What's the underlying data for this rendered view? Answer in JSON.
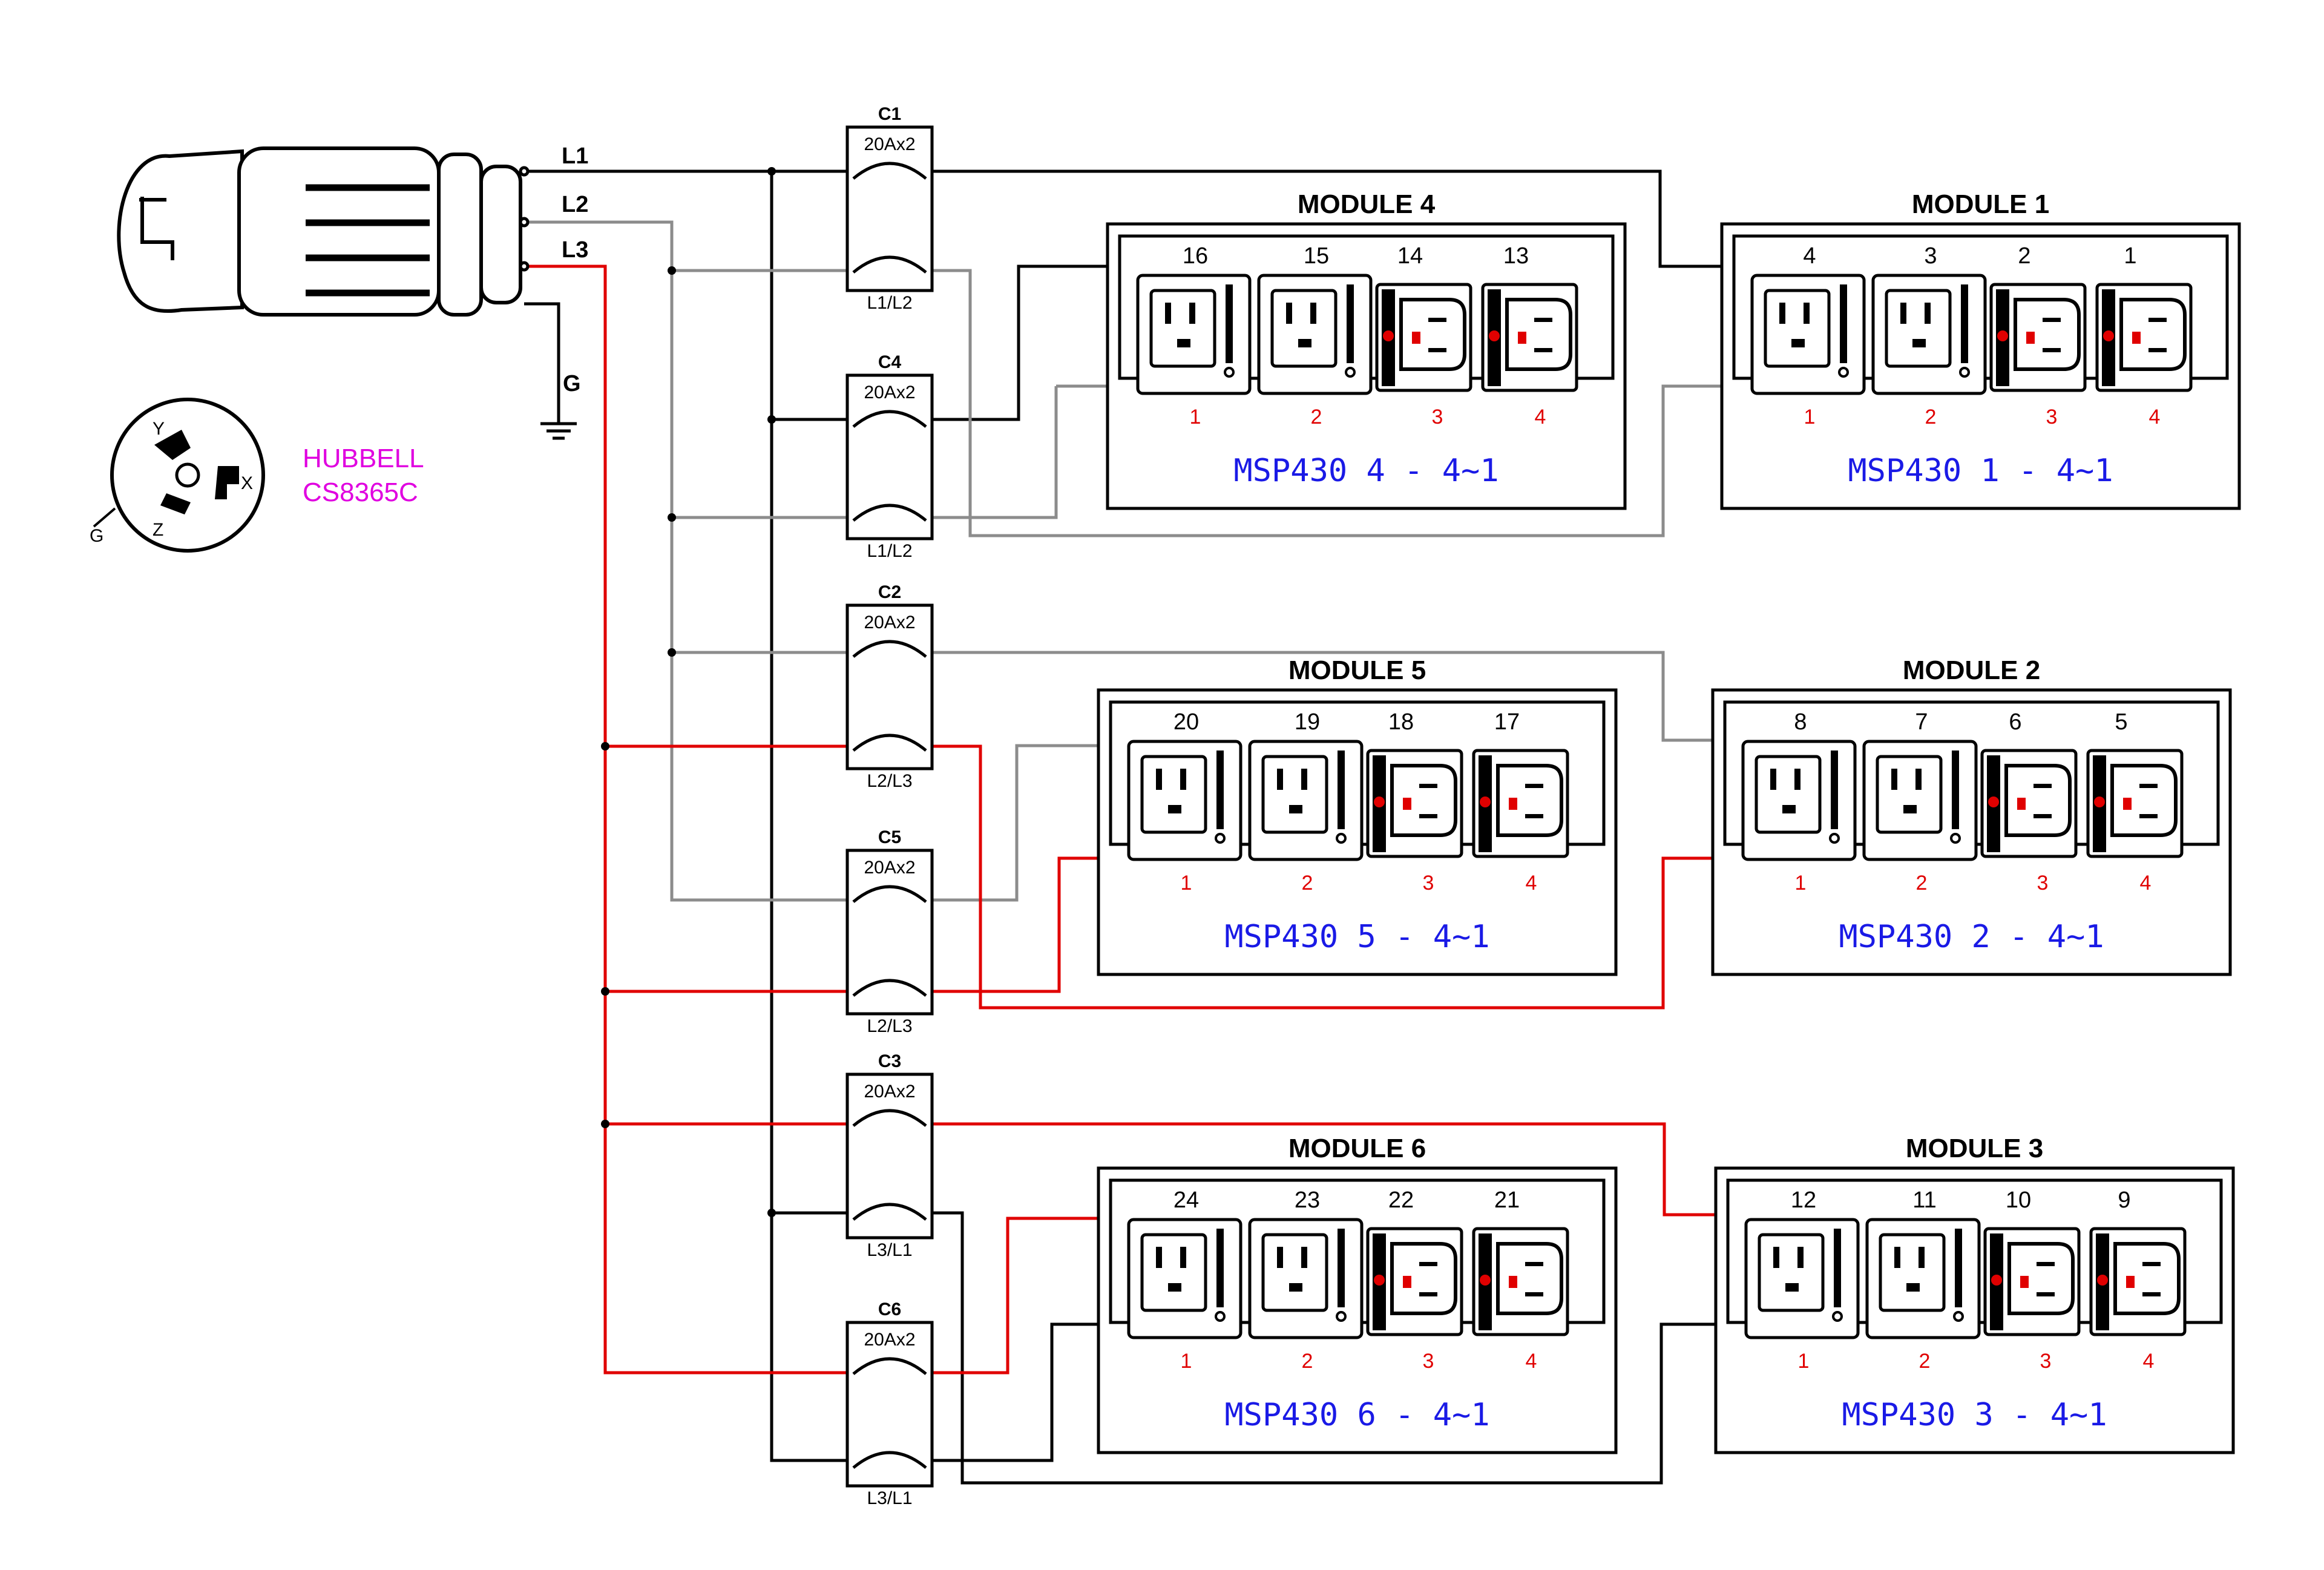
{
  "colors": {
    "L1": "#000000",
    "L2": "#8c8c8c",
    "L3": "#e00000",
    "module_label": "#1a1ae6",
    "socket_num": "#e00000",
    "plug_label": "#e000e0"
  },
  "plug": {
    "lines": [
      "L1",
      "L2",
      "L3",
      "G"
    ],
    "brand": "HUBBELL",
    "model": "CS8365C",
    "pins": [
      "Y",
      "X",
      "Z",
      "G"
    ]
  },
  "breakers": [
    {
      "id": "C1",
      "rating": "20Ax2",
      "phase": "L1/L2"
    },
    {
      "id": "C4",
      "rating": "20Ax2",
      "phase": "L1/L2"
    },
    {
      "id": "C2",
      "rating": "20Ax2",
      "phase": "L2/L3"
    },
    {
      "id": "C5",
      "rating": "20Ax2",
      "phase": "L2/L3"
    },
    {
      "id": "C3",
      "rating": "20Ax2",
      "phase": "L3/L1"
    },
    {
      "id": "C6",
      "rating": "20Ax2",
      "phase": "L3/L1"
    }
  ],
  "modules": [
    {
      "title": "MODULE 4",
      "outlets": [
        "16",
        "15",
        "14",
        "13"
      ],
      "sockets": [
        "1",
        "2",
        "3",
        "4"
      ],
      "label": "MSP430  4  -  4~1"
    },
    {
      "title": "MODULE 1",
      "outlets": [
        "4",
        "3",
        "2",
        "1"
      ],
      "sockets": [
        "1",
        "2",
        "3",
        "4"
      ],
      "label": "MSP430  1  -  4~1"
    },
    {
      "title": "MODULE 5",
      "outlets": [
        "20",
        "19",
        "18",
        "17"
      ],
      "sockets": [
        "1",
        "2",
        "3",
        "4"
      ],
      "label": "MSP430  5  -  4~1"
    },
    {
      "title": "MODULE 2",
      "outlets": [
        "8",
        "7",
        "6",
        "5"
      ],
      "sockets": [
        "1",
        "2",
        "3",
        "4"
      ],
      "label": "MSP430  2  -  4~1"
    },
    {
      "title": "MODULE 6",
      "outlets": [
        "24",
        "23",
        "22",
        "21"
      ],
      "sockets": [
        "1",
        "2",
        "3",
        "4"
      ],
      "label": "MSP430  6  -  4~1"
    },
    {
      "title": "MODULE 3",
      "outlets": [
        "12",
        "11",
        "10",
        "9"
      ],
      "sockets": [
        "1",
        "2",
        "3",
        "4"
      ],
      "label": "MSP430  3  -  4~1"
    }
  ]
}
